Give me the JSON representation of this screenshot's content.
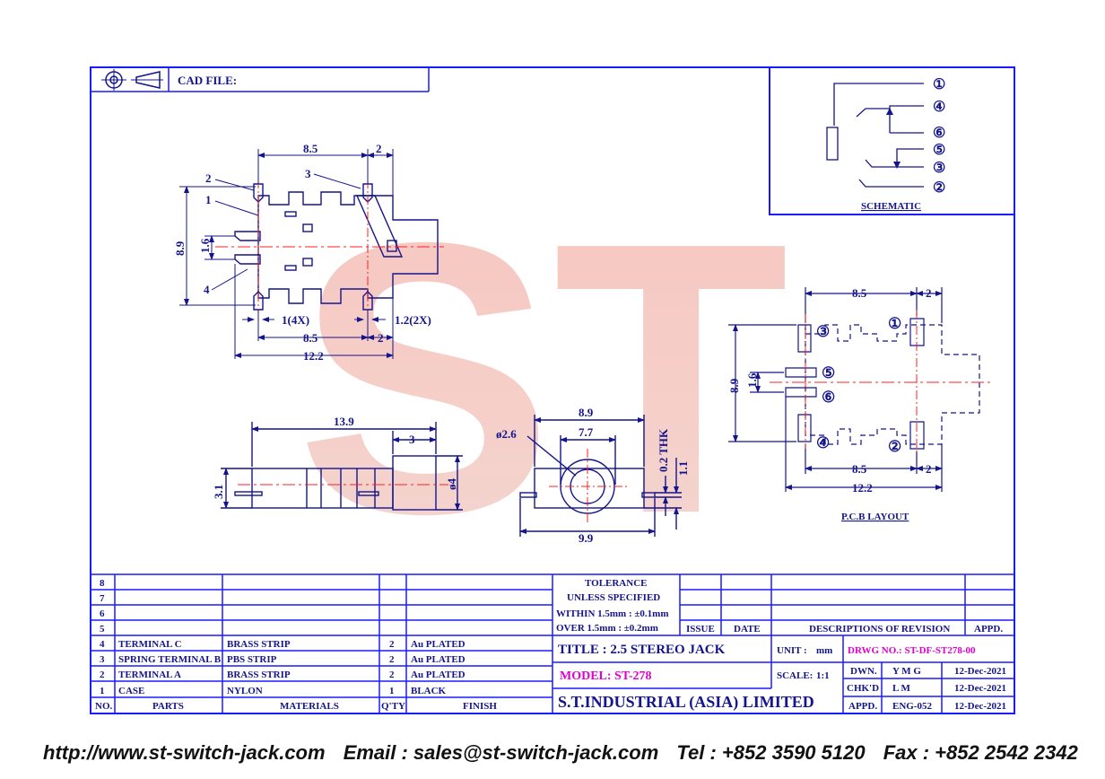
{
  "header": {
    "cad_file_label": "CAD FILE:"
  },
  "schematic": {
    "title": "SCHEMATIC",
    "pins": [
      "①",
      "④",
      "⑥",
      "⑤",
      "③",
      "②"
    ]
  },
  "top_view": {
    "dims": {
      "top_85": "8.5",
      "top_2": "2",
      "left_89": "8.9",
      "left_16": "1.6",
      "b_1": "1(4X)",
      "b_12": "1.2(2X)",
      "b_85": "8.5",
      "b_2": "2",
      "b_122": "12.2"
    },
    "callouts": [
      "2",
      "1",
      "3",
      "4"
    ]
  },
  "side_view": {
    "dims": {
      "d139": "13.9",
      "d3": "3",
      "d31": "3.1",
      "d4": "ø4"
    }
  },
  "front_view": {
    "dims": {
      "d89": "8.9",
      "d26": "ø2.6",
      "d77": "7.7",
      "thk": "0.2 THK",
      "d11": "1.1",
      "d99": "9.9"
    }
  },
  "pcb": {
    "title": "P.C.B LAYOUT",
    "dims": {
      "top_85": "8.5",
      "top_2": "2",
      "left_89": "8.9",
      "left_16": "1.6",
      "b_85": "8.5",
      "b_2": "2",
      "b_122": "12.2"
    },
    "pins": [
      "③",
      "①",
      "⑤",
      "⑥",
      "④",
      "②"
    ]
  },
  "watermark": "ST",
  "bom": {
    "rows": [
      {
        "no": "8",
        "part": "",
        "material": "",
        "qty": "",
        "finish": ""
      },
      {
        "no": "7",
        "part": "",
        "material": "",
        "qty": "",
        "finish": ""
      },
      {
        "no": "6",
        "part": "",
        "material": "",
        "qty": "",
        "finish": ""
      },
      {
        "no": "5",
        "part": "",
        "material": "",
        "qty": "",
        "finish": ""
      },
      {
        "no": "4",
        "part": "TERMINAL C",
        "material": "BRASS STRIP",
        "qty": "2",
        "finish": "Au PLATED"
      },
      {
        "no": "3",
        "part": "SPRING TERMINAL B",
        "material": "PBS STRIP",
        "qty": "2",
        "finish": "Au PLATED"
      },
      {
        "no": "2",
        "part": "TERMINAL A",
        "material": "BRASS STRIP",
        "qty": "2",
        "finish": "Au PLATED"
      },
      {
        "no": "1",
        "part": "CASE",
        "material": "NYLON",
        "qty": "1",
        "finish": "BLACK"
      }
    ],
    "headers": {
      "no": "NO.",
      "part": "PARTS",
      "material": "MATERIALS",
      "qty": "Q'TY",
      "finish": "FINISH"
    }
  },
  "tolerance": {
    "line1": "TOLERANCE",
    "line2": "UNLESS  SPECIFIED",
    "line3": "WITHIN  1.5mm : ±0.1mm",
    "line4": "OVER   1.5mm : ±0.2mm"
  },
  "revision": {
    "issue": "ISSUE",
    "date": "DATE",
    "desc": "DESCRIPTIONS  OF  REVISION",
    "appd": "APPD."
  },
  "title_block": {
    "title": "TITLE : 2.5 STEREO JACK",
    "unit_label": "UNIT :",
    "unit_value": "mm",
    "drwg": "DRWG  NO.: ST-DF-ST278-00",
    "model": "MODEL: ST-278",
    "scale_label": "SCALE:",
    "scale_value": "1:1",
    "dwn_label": "DWN.",
    "dwn_value": "Y M G",
    "dwn_date": "12-Dec-2021",
    "chkd_label": "CHK'D",
    "chkd_value": "L M",
    "chkd_date": "12-Dec-2021",
    "appd_label": "APPD.",
    "appd_value": "ENG-052",
    "appd_date": "12-Dec-2021",
    "company": "S.T.INDUSTRIAL  (ASIA)  LIMITED"
  },
  "footer": {
    "url": "http://www.st-switch-jack.com",
    "email": "Email : sales@st-switch-jack.com",
    "tel": "Tel : +852 3590 5120",
    "fax": "Fax : +852 2542 2342"
  },
  "colors": {
    "frame": "#1a1aff",
    "ink": "#14148c",
    "center": "#ff2020",
    "magenta": "#e000d0",
    "watermark": "#f4a9a0"
  }
}
